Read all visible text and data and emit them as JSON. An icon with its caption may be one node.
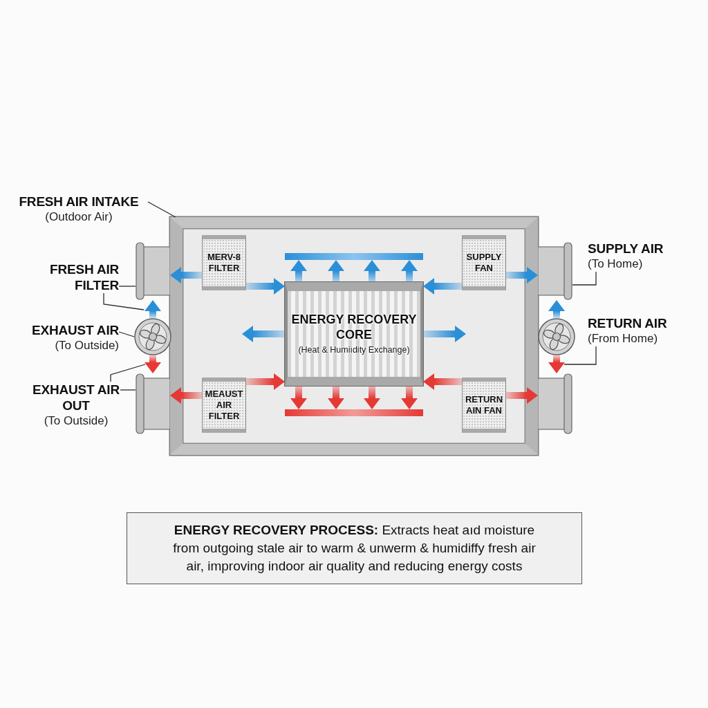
{
  "diagram": {
    "caption": "**ENERGY RECOVERY PROCESS:** Extracts heat aıd moisture from outgoing stale air to warm & unwerm & humidiffy fresh air air, improving indoor air quality and reducing energy costs",
    "nodes": [
      {
        "text": [
          "FRESH AIR INTAKE",
          "(Outdoor Air)"
        ]
      },
      {
        "text": [],
        "shape": "box"
      },
      {
        "text": [
          "MERV-8 FILTER"
        ],
        "in": 1
      },
      {
        "text": [],
        "shape": "bar",
        "in": 1
      },
      {
        "text": [
          "SUPPLY FAN"
        ],
        "in": 1
      },
      {
        "text": [
          "ENERGY RECOVERY CORE",
          "(Heat & Humiıdity Exchange)"
        ],
        "in": 1
      },
      {
        "text": [
          "MEAUST AIR FILTER"
        ],
        "in": 1
      },
      {
        "text": [
          "RETURN AIN FAN"
        ],
        "in": 1
      },
      {
        "text": [],
        "shape": "bar",
        "in": 1
      },
      {
        "text": [],
        "shape": "cylinder"
      },
      {
        "text": [],
        "shape": "cylinder"
      },
      {
        "text": [],
        "shape": "circle"
      },
      {
        "text": [],
        "shape": "circle"
      },
      {
        "text": [],
        "shape": "cylinder"
      },
      {
        "text": [],
        "shape": "cylinder"
      },
      {
        "text": [
          "FRESH AIR FILTER"
        ]
      },
      {
        "text": [
          "SUPPLY AIR",
          "(To Home)"
        ]
      },
      {
        "text": [
          "EXHAUST AIR",
          "(To Outside)"
        ]
      },
      {
        "text": [
          "RETURN AIR",
          "(From Home)"
        ]
      },
      {
        "text": [
          "EXHAUST AIR OUT",
          "(To Outside)"
        ]
      }
    ],
    "edges": [
      {
        "from": 0,
        "to": 1,
        "arrow": "none"
      },
      {
        "from": 15,
        "to": 9,
        "arrow": "none"
      },
      {
        "from": 15,
        "to": null,
        "arrow": "none"
      },
      {
        "from": 17,
        "to": 11,
        "arrow": "none"
      },
      {
        "from": 19,
        "to": null,
        "arrow": "none"
      },
      {
        "from": 19,
        "to": 13,
        "arrow": "none"
      },
      {
        "from": 16,
        "to": 10,
        "arrow": "none"
      },
      {
        "from": 18,
        "to": null,
        "arrow": "none"
      },
      {
        "from": 2,
        "to": 9,
        "arrow": "to",
        "style": "thick",
        "color": "#2b8fd8"
      },
      {
        "from": 2,
        "to": 5,
        "arrow": "to",
        "style": "thick",
        "color": "#2b8fd8"
      },
      {
        "from": 4,
        "to": 5,
        "arrow": "to",
        "style": "thick",
        "color": "#2b8fd8"
      },
      {
        "from": 4,
        "to": 10,
        "arrow": "to",
        "style": "thick",
        "color": "#2b8fd8"
      },
      {
        "from": 5,
        "to": null,
        "arrow": "to",
        "style": "thick",
        "color": "#2b8fd8"
      },
      {
        "from": 5,
        "to": null,
        "arrow": "to",
        "style": "thick",
        "color": "#2b8fd8"
      },
      {
        "from": 5,
        "to": 3,
        "arrow": "to",
        "style": "thick",
        "color": "#2b8fd8"
      },
      {
        "from": 5,
        "to": 3,
        "arrow": "to",
        "style": "thick",
        "color": "#2b8fd8"
      },
      {
        "from": 5,
        "to": 3,
        "arrow": "to",
        "style": "thick",
        "color": "#2b8fd8"
      },
      {
        "from": 5,
        "to": 3,
        "arrow": "to",
        "style": "thick",
        "color": "#2b8fd8"
      },
      {
        "from": 11,
        "to": 9,
        "arrow": "to",
        "style": "thick",
        "color": "#2b8fd8"
      },
      {
        "from": 12,
        "to": 10,
        "arrow": "to",
        "style": "thick",
        "color": "#2b8fd8"
      },
      {
        "from": 6,
        "to": 13,
        "arrow": "to",
        "style": "thick",
        "color": "#e53935"
      },
      {
        "from": 6,
        "to": 5,
        "arrow": "to",
        "style": "thick",
        "color": "#e53935"
      },
      {
        "from": 7,
        "to": 5,
        "arrow": "to",
        "style": "thick",
        "color": "#e53935"
      },
      {
        "from": 7,
        "to": 14,
        "arrow": "to",
        "style": "thick",
        "color": "#e53935"
      },
      {
        "from": 5,
        "to": 8,
        "arrow": "to",
        "style": "thick",
        "color": "#e53935"
      },
      {
        "from": 5,
        "to": 8,
        "arrow": "to",
        "style": "thick",
        "color": "#e53935"
      },
      {
        "from": 5,
        "to": 8,
        "arrow": "to",
        "style": "thick",
        "color": "#e53935"
      },
      {
        "from": 5,
        "to": 8,
        "arrow": "to",
        "style": "thick",
        "color": "#e53935"
      },
      {
        "from": 11,
        "to": 13,
        "arrow": "to",
        "style": "thick",
        "color": "#e53935"
      },
      {
        "from": 12,
        "to": 14,
        "arrow": "to",
        "style": "thick",
        "color": "#e53935"
      }
    ]
  }
}
